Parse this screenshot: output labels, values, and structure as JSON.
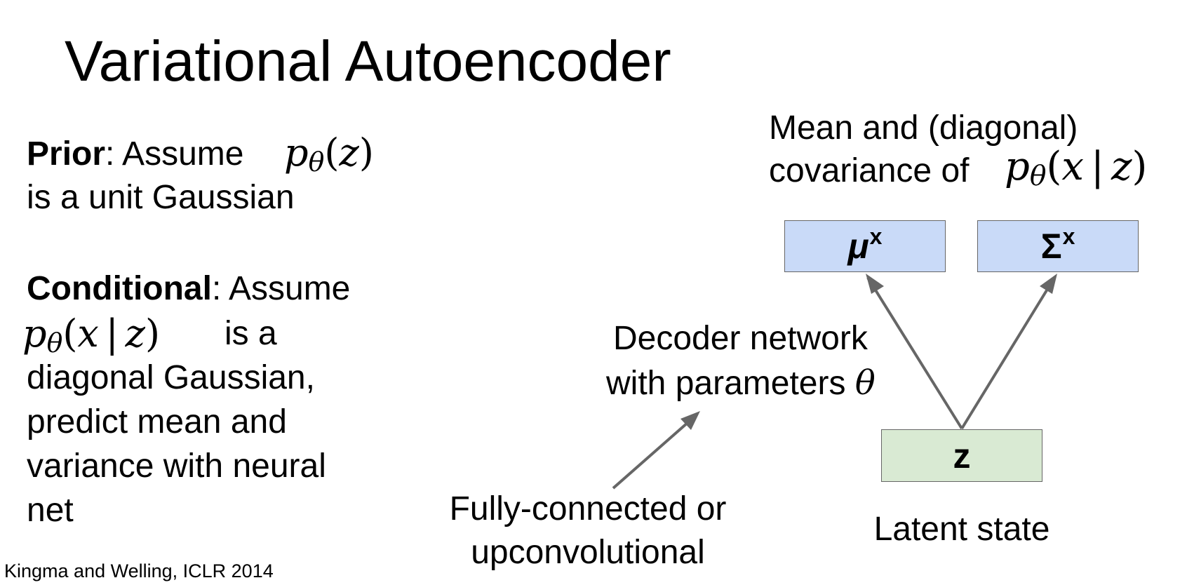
{
  "title": "Variational Autoencoder",
  "prior": {
    "heading": "Prior",
    "text1": ": Assume",
    "math": "pθ(z)",
    "text2": "is a unit Gaussian"
  },
  "conditional": {
    "heading": "Conditional",
    "text1": ": Assume",
    "math": "pθ(x | z)",
    "lines": [
      "is a",
      "diagonal Gaussian,",
      "predict mean and",
      "variance with neural",
      "net"
    ]
  },
  "citation": "Kingma and Welling, ICLR 2014",
  "diagram": {
    "top_label_line1": "Mean and (diagonal)",
    "top_label_line2": "covariance of",
    "top_label_math": "pθ(x | z)",
    "mu_box": {
      "symbol": "μ",
      "sup": "x"
    },
    "sigma_box": {
      "symbol": "Σ",
      "sup": "x"
    },
    "z_box": {
      "symbol": "z"
    },
    "decoder_line1": "Decoder network",
    "decoder_line2": "with parameters",
    "decoder_theta": "θ",
    "fc_line1": "Fully-connected or",
    "fc_line2": "upconvolutional",
    "latent_label": "Latent state",
    "arrow_color": "#666666",
    "box_blue": "#c9daf8",
    "box_green": "#d9ead3"
  }
}
